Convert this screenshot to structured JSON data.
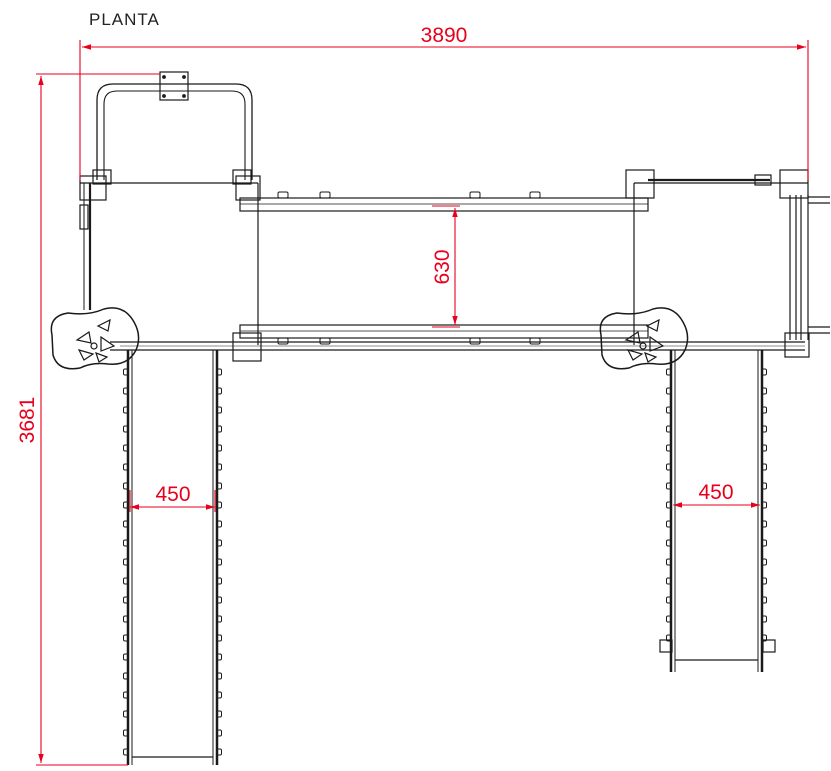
{
  "title": "PLANTA",
  "dimensions": {
    "total_width": "3890",
    "total_height": "3681",
    "platform_gap": "630",
    "left_ladder_width": "450",
    "right_ladder_width": "450"
  },
  "colors": {
    "dimension": "#e8001c",
    "line": "#1a1a1a",
    "thin": "#555555"
  }
}
